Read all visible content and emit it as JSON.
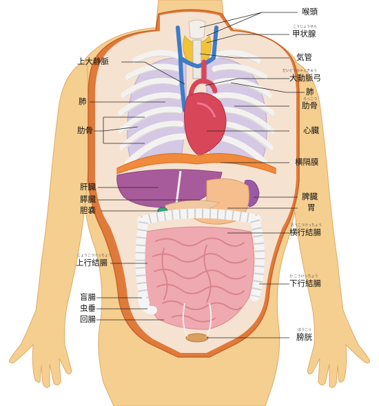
{
  "labels": {
    "larynx": "喉頭",
    "thyroid": "甲状腺",
    "thyroid_ruby": "こうじょうせん",
    "trachea": "気管",
    "svc": "上大静脈",
    "aortic_arch": "大動脈弓",
    "aortic_arch_ruby": "だいどうみゃくきゅう",
    "lung_left": "肺",
    "lung_right": "肺",
    "rib_left": "肋骨",
    "rib_right": "肋骨",
    "rib_right_ruby": "ろっこつ",
    "heart": "心臓",
    "diaphragm": "横隔膜",
    "liver": "肝臓",
    "pancreas": "膵臓",
    "gallbladder": "胆嚢",
    "spleen": "脾臓",
    "stomach": "胃",
    "transverse_colon": "横行結腸",
    "transverse_colon_ruby": "おうこうけっちょう",
    "ascending_colon": "上行結腸",
    "ascending_colon_ruby": "じょうこうけっちょう",
    "descending_colon": "下行結腸",
    "descending_colon_ruby": "か こうけっちょう",
    "cecum": "盲腸",
    "appendix": "虫垂",
    "ileum": "回腸",
    "bladder": "膀胱",
    "bladder_ruby": "ぼうこう"
  },
  "colors": {
    "skin": "#F5CF8F",
    "cavity": "#E07A3A",
    "lung": "#D4C8E4",
    "rib": "#F4F2F0",
    "liver": "#A85B9A",
    "stomach": "#F6BE8C",
    "intestine": "#EFA9B0",
    "colon": "#F4F4F4",
    "heart": "#D8465A",
    "vessel_blue": "#3C7CC8",
    "thyroid": "#F2C33A",
    "diaphragm": "#F08A3C",
    "bladder": "#D9A060"
  }
}
